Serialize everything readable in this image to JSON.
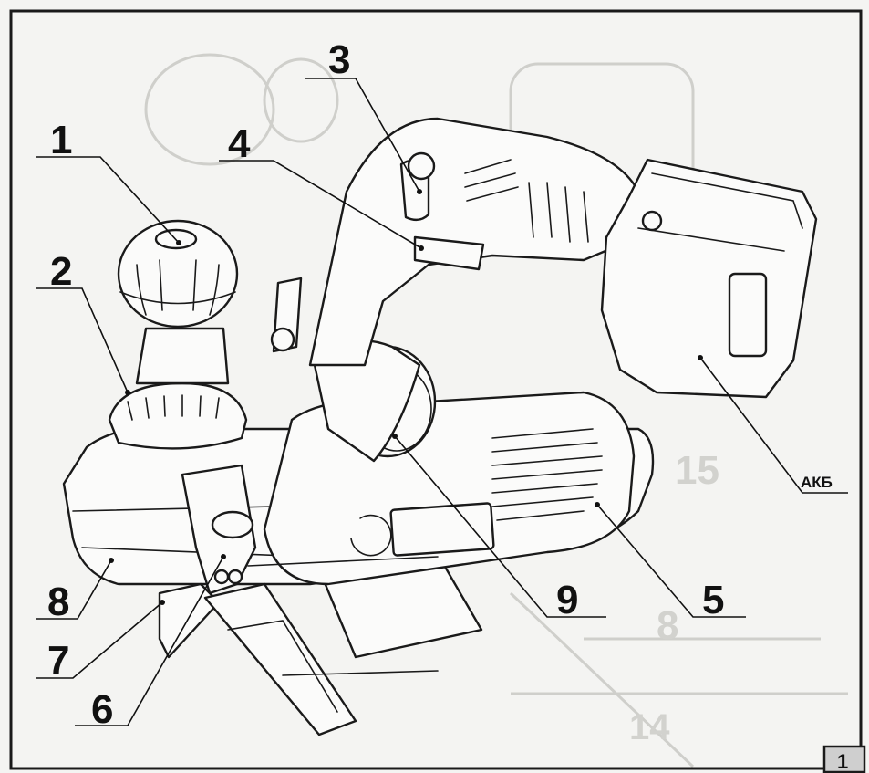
{
  "figure_number": "1",
  "callouts": [
    {
      "id": "1",
      "label": "1"
    },
    {
      "id": "2",
      "label": "2"
    },
    {
      "id": "3",
      "label": "3"
    },
    {
      "id": "4",
      "label": "4"
    },
    {
      "id": "5",
      "label": "5"
    },
    {
      "id": "6",
      "label": "6"
    },
    {
      "id": "7",
      "label": "7"
    },
    {
      "id": "8",
      "label": "8"
    },
    {
      "id": "9",
      "label": "9"
    },
    {
      "id": "akb",
      "label": "АКБ"
    }
  ],
  "background_marks": [
    "15",
    "8",
    "14"
  ],
  "colors": {
    "ink": "#1a1a1a",
    "paper": "#f4f4f2",
    "ghost": "#cfcfcb"
  }
}
